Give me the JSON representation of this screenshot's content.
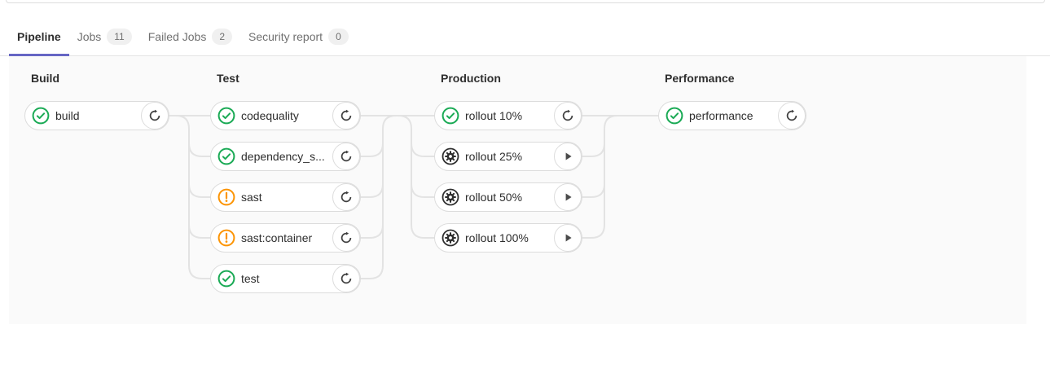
{
  "tabs": [
    {
      "label": "Pipeline",
      "active": true
    },
    {
      "label": "Jobs",
      "badge": "11",
      "active": false
    },
    {
      "label": "Failed Jobs",
      "badge": "2",
      "active": false
    },
    {
      "label": "Security report",
      "badge": "0",
      "active": false
    }
  ],
  "colors": {
    "active_tab_underline": "#6666c4",
    "success": "#1aaa55",
    "warning": "#fc9403",
    "manual": "#2e2e2e",
    "connector": "#e3e3e3"
  },
  "icons": {
    "success": "status-success-icon",
    "warning": "status-warning-icon",
    "manual": "status-manual-gear-icon",
    "retry": "retry-icon",
    "play": "play-icon"
  },
  "stages": [
    {
      "name": "Build",
      "jobs": [
        {
          "name": "build",
          "status": "success",
          "action": "retry"
        }
      ]
    },
    {
      "name": "Test",
      "jobs": [
        {
          "name": "codequality",
          "status": "success",
          "action": "retry"
        },
        {
          "name": "dependency_s...",
          "status": "success",
          "action": "retry"
        },
        {
          "name": "sast",
          "status": "warning",
          "action": "retry"
        },
        {
          "name": "sast:container",
          "status": "warning",
          "action": "retry"
        },
        {
          "name": "test",
          "status": "success",
          "action": "retry"
        }
      ]
    },
    {
      "name": "Production",
      "jobs": [
        {
          "name": "rollout 10%",
          "status": "success",
          "action": "retry"
        },
        {
          "name": "rollout 25%",
          "status": "manual",
          "action": "play"
        },
        {
          "name": "rollout 50%",
          "status": "manual",
          "action": "play"
        },
        {
          "name": "rollout 100%",
          "status": "manual",
          "action": "play"
        }
      ]
    },
    {
      "name": "Performance",
      "jobs": [
        {
          "name": "performance",
          "status": "success",
          "action": "retry"
        }
      ]
    }
  ]
}
